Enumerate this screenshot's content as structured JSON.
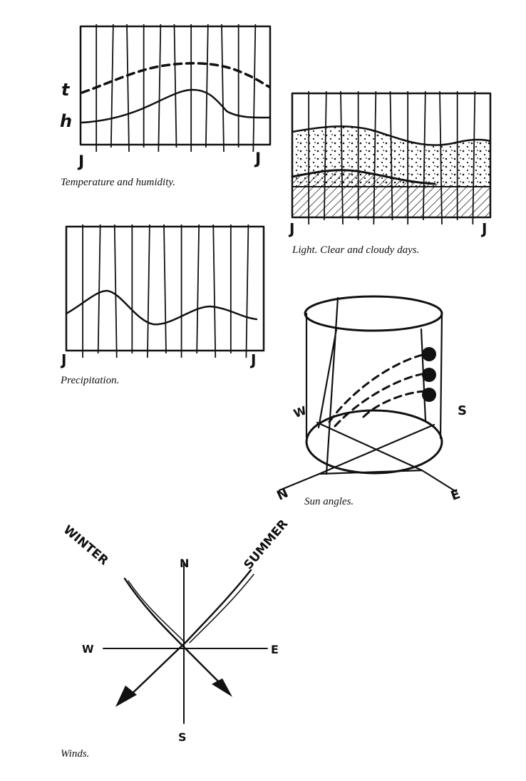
{
  "panels": {
    "temperature": {
      "caption": "Temperature and humidity.",
      "t_label": "t",
      "h_label": "h",
      "start_label": "J",
      "end_label": "J"
    },
    "light": {
      "caption": "Light. Clear and cloudy days.",
      "start_label": "J",
      "end_label": "J"
    },
    "precipitation": {
      "caption": "Precipitation.",
      "start_label": "J",
      "end_label": "J"
    },
    "sun": {
      "caption": "Sun angles.",
      "w_label": "W",
      "s_label": "S",
      "n_label": "N",
      "e_label": "E"
    },
    "winds": {
      "caption": "Winds.",
      "n_label": "N",
      "s_label": "S",
      "w_label": "W",
      "e_label": "E",
      "winter_label": "WINTER",
      "summer_label": "SUMMER"
    }
  },
  "colors": {
    "ink": "#111111",
    "paper": "#ffffff"
  }
}
